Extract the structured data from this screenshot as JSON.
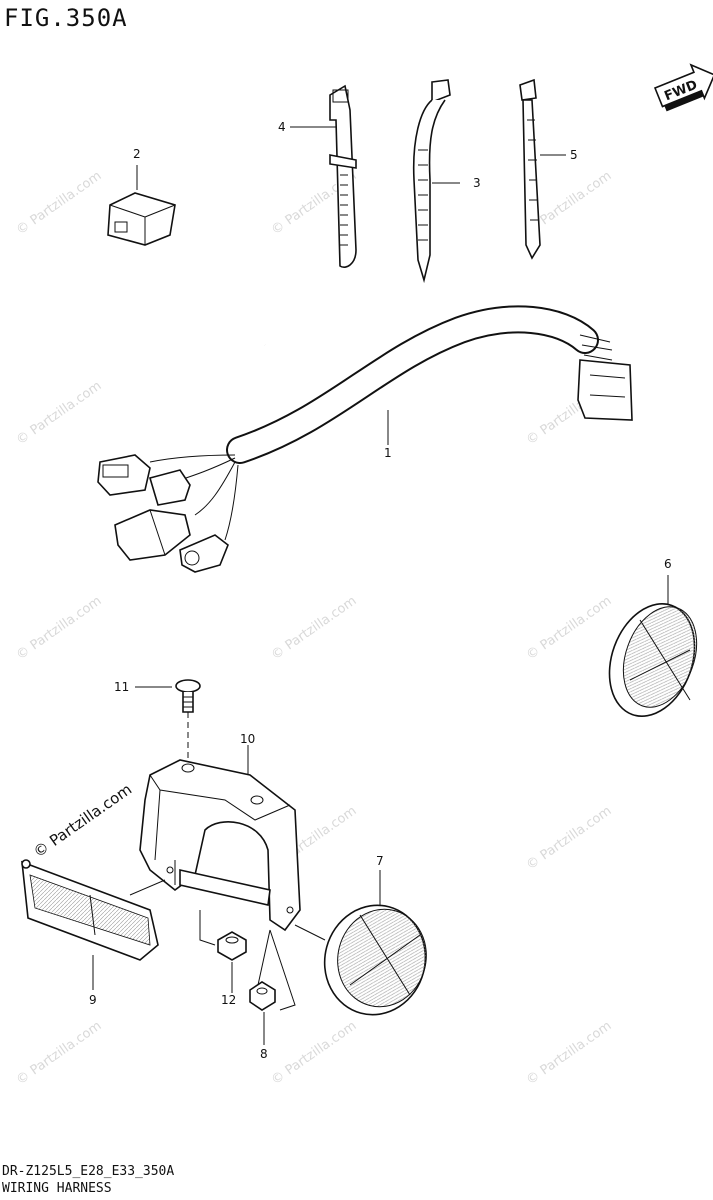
{
  "header": {
    "figure_title": "FIG.350A"
  },
  "footer": {
    "code": "DR-Z125L5_E28_E33_350A",
    "name": "WIRING HARNESS"
  },
  "fwd_label": "FWD",
  "watermark": "© Partzilla.com",
  "callouts": {
    "c1": "1",
    "c2": "2",
    "c3": "3",
    "c4": "4",
    "c5": "5",
    "c6": "6",
    "c7": "7",
    "c8": "8",
    "c9": "9",
    "c10": "10",
    "c11": "11",
    "c12": "12"
  },
  "parts": [
    {
      "callout": "1",
      "name": "wiring-harness"
    },
    {
      "callout": "2",
      "name": "switch-connector"
    },
    {
      "callout": "3",
      "name": "clamp"
    },
    {
      "callout": "4",
      "name": "band"
    },
    {
      "callout": "5",
      "name": "cable-tie"
    },
    {
      "callout": "6",
      "name": "reflector"
    },
    {
      "callout": "7",
      "name": "reflector"
    },
    {
      "callout": "8",
      "name": "nut"
    },
    {
      "callout": "9",
      "name": "reflector"
    },
    {
      "callout": "10",
      "name": "bracket"
    },
    {
      "callout": "11",
      "name": "screw"
    },
    {
      "callout": "12",
      "name": "nut"
    }
  ]
}
